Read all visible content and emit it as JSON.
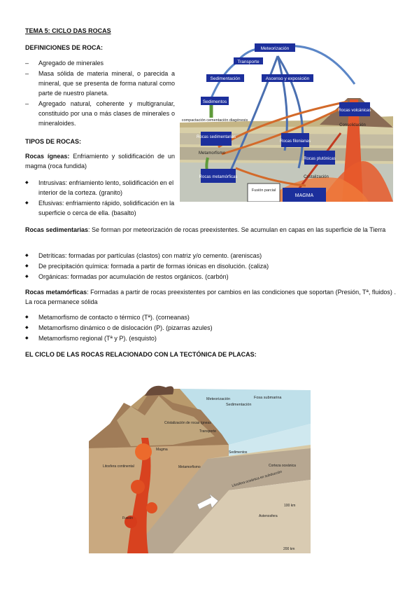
{
  "title": "TEMA 5: CICLO DAS ROCAS",
  "definitions": {
    "heading": "DEFINICIONES DE ROCA:",
    "items": [
      "Agregado de minerales",
      "Masa sólida de materia mineral, o parecida a mineral, que se presenta de forma natural como parte de nuestro planeta.",
      "Agregado natural, coherente y multigranular, constituido por una o más clases de minerales o mineraloides."
    ]
  },
  "types_heading": "TIPOS DE ROCAS:",
  "igneous": {
    "label": "Rocas ígneas:",
    "text": " Enfriamiento y solidificación de un magma (roca fundida)",
    "items": [
      "Intrusivas: enfriamiento lento, solidificación en el interior de la corteza. (granito)",
      "Efusivas: enfriamiento rápido, solidificación en la superficie o cerca de ella. (basalto)"
    ]
  },
  "sedimentary": {
    "label": "Rocas sedimentarias",
    "text": ": Se forman por meteorización de rocas preexistentes. Se acumulan en capas en las superficie de la Tierra",
    "items": [
      "Detríticas: formadas por partículas (clastos) con matriz y/o cemento. (areniscas)",
      "De precipitación química: formada a partir de formas iónicas en disolución. (caliza)",
      "Orgánicas: formadas por acumulación de restos orgánicos. (carbón)"
    ]
  },
  "metamorphic": {
    "label": "Rocas metamórficas",
    "text": ": Formadas a partir de rocas preexistentes por cambios en las condiciones que soportan (Presión, Tª, fluidos) . La roca permanece sólida",
    "items": [
      "Metamorfismo de contacto o térmico (Tª). (corneanas)",
      "Metamorfismo dinámico o de dislocación (P). (pizarras azules)",
      "Metamorfismo regional (Tª y P). (esquisto)"
    ]
  },
  "tectonics_heading": "EL CICLO DE LAS ROCAS RELACIONADO CON LA TECTÓNICA DE PLACAS:",
  "cycle_diagram": {
    "meteorizacion": "Meteorización",
    "transporte": "Transporte",
    "sedimentacion": "Sedimentación",
    "ascenso": "Ascenso y exposición",
    "sedimentos": "Sedimentos",
    "compactacion": "compactación cementación diagénesis",
    "rocas_sedimentarias": "Rocas sedimentarias",
    "metamorfismo": "Metamorfismo",
    "rocas_filonianas": "Rocas filonianas",
    "rocas_plutonicas": "Rocas plutónicas",
    "rocas_volcanicas": "Rocas volcánicas",
    "consolidacion": "Consolidación",
    "rocas_metamorficas": "Rocas metamórficas",
    "cristalizacion": "Cristalización",
    "fusion_parcial": "Fusión parcial",
    "magma": "MAGMA"
  },
  "block_diagram": {
    "meteorizacion": "Meteorización",
    "sedimentacion": "Sedimentación",
    "fosa": "Fosa submarina",
    "cristalizacion": "Cristalización de rocas ígneas",
    "transporte": "Transporte",
    "sedimentos": "Sedimentos",
    "magma": "Magma",
    "metamorfismo": "Metamorfismo",
    "litosfera_continental": "Litosfera continental",
    "corteza_oceanica": "Corteza oceánica",
    "litosfera_oceanica": "Litosfera oceánica en subducción",
    "km100": "100 km",
    "fusion": "Fusión",
    "astenosfera": "Astenosfera",
    "km200": "200 km"
  },
  "colors": {
    "box_blue": "#1c2f9c",
    "magma_red": "#d9381e",
    "arrow_orange": "#d36a2a",
    "arrow_blue": "#4a6fb0",
    "arrow_green": "#5f9a3a"
  }
}
